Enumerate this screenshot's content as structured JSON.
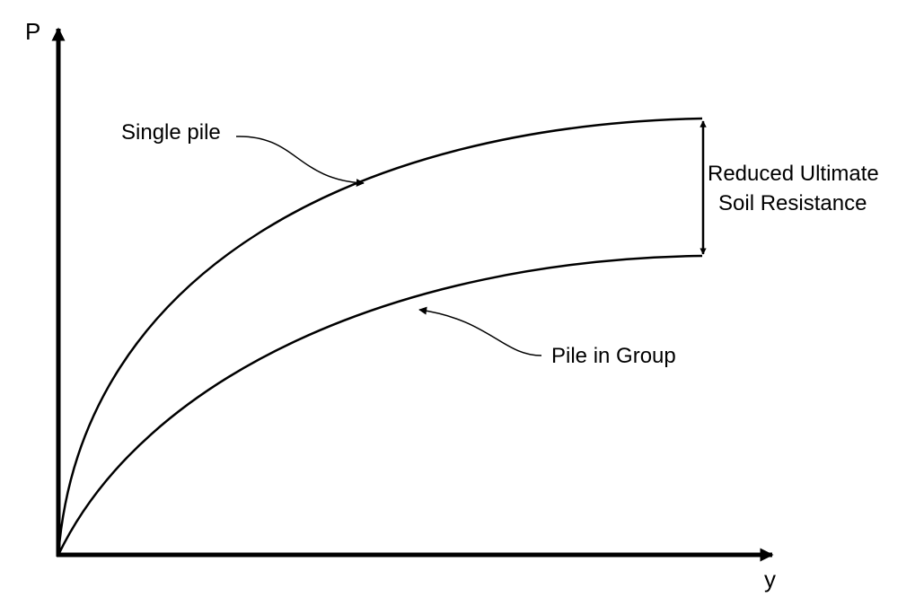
{
  "diagram": {
    "axis_labels": {
      "vertical": "P",
      "horizontal": "y"
    },
    "curves": {
      "single_pile": "Single pile",
      "pile_in_group": "Pile in Group"
    },
    "annotation": {
      "line1": "Reduced Ultimate",
      "line2": "Soil Resistance"
    },
    "colors": {
      "ink": "#000000",
      "background": "#ffffff"
    }
  }
}
